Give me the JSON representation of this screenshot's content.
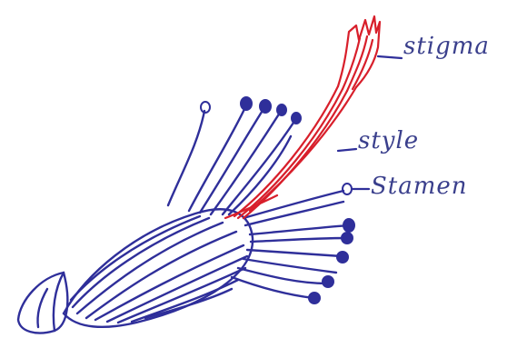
{
  "labels": {
    "stigma": "stigma",
    "style": "style",
    "stamen": "Stamen"
  },
  "colors": {
    "ink_blue": "#2f2f9a",
    "ink_red": "#d81f2b",
    "label_ink": "#3a3f8c"
  }
}
